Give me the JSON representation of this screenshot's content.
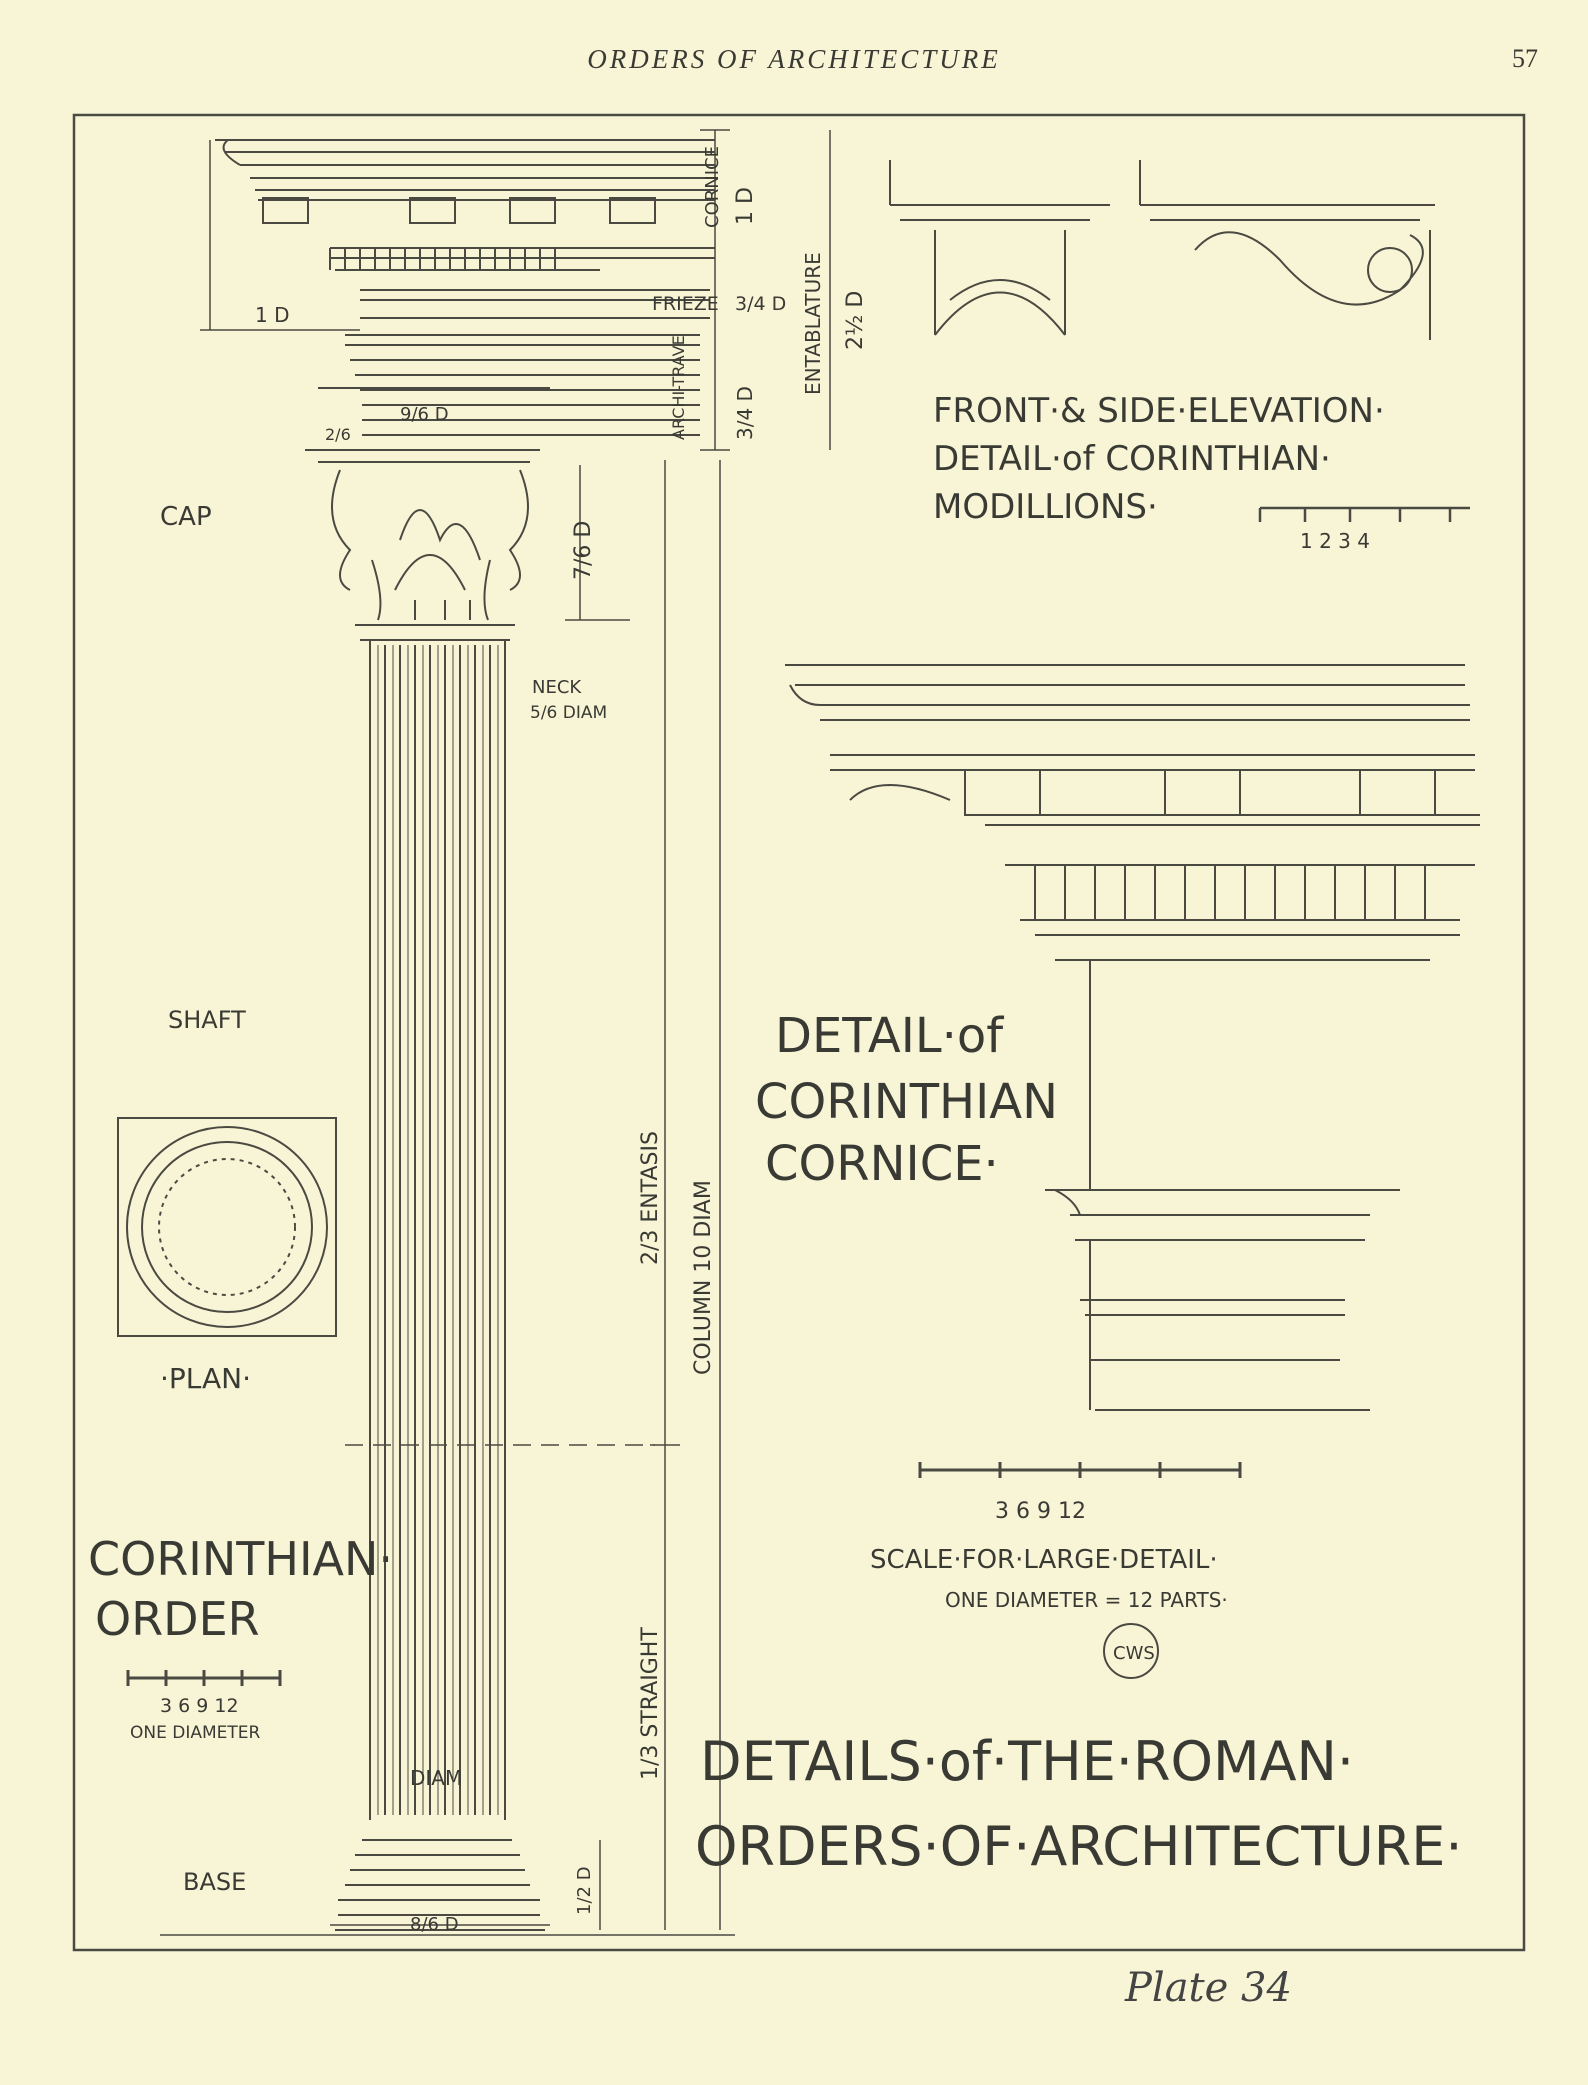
{
  "header": {
    "running_title": "ORDERS OF ARCHITECTURE",
    "page_number": "57"
  },
  "column_labels": {
    "cornice": "CORNICE",
    "cornice_dim": "1 D",
    "frieze": "FRIEZE",
    "frieze_dim": "3/4 D",
    "entablature": "ENTABLATURE",
    "entablature_dim": "2½ D",
    "architrave": "ARCHI-TRAVE",
    "architrave_dim": "3/4 D",
    "projection": "1 D",
    "abacus_dim": "9/6 D",
    "abacus_small": "2/6",
    "cap": "CAP",
    "cap_dim": "7/6 D",
    "neck": "NECK",
    "neck_dim": "5/6 DIAM",
    "shaft": "SHAFT",
    "entasis": "2/3 ENTASIS",
    "column_height": "COLUMN 10 DIAM",
    "straight": "1/3 STRAIGHT",
    "diam": "DIAM",
    "base": "BASE",
    "base_dim": "8/6 D",
    "base_height": "1/2 D"
  },
  "plan": {
    "label": "·PLAN·"
  },
  "order_title": {
    "line1": "CORINTHIAN·",
    "line2": "ORDER",
    "scale_ticks": "3  6  9  12",
    "scale_caption": "ONE DIAMETER"
  },
  "modillion": {
    "line1": "FRONT·& SIDE·ELEVATION·",
    "line2": "DETAIL·of CORINTHIAN·",
    "line3": "MODILLIONS·",
    "scale_ticks": "1   2   3   4"
  },
  "cornice_detail": {
    "line1": "DETAIL·of",
    "line2": "CORINTHIAN",
    "line3": "CORNICE·"
  },
  "scale": {
    "ticks": "3   6   9   12",
    "caption": "SCALE·FOR·LARGE·DETAIL·",
    "note": "ONE DIAMETER = 12 PARTS·"
  },
  "monogram": "CWS",
  "main_title": {
    "line1": "DETAILS·of·THE·ROMAN·",
    "line2": "ORDERS·OF·ARCHITECTURE·"
  },
  "plate_note": "Plate 34"
}
